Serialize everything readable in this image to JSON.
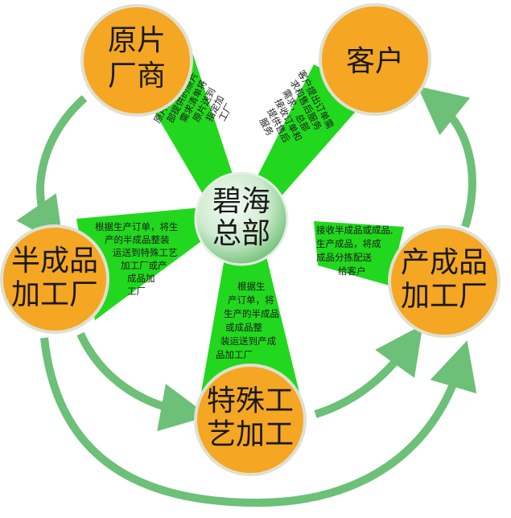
{
  "hub": {
    "lines": [
      "碧海",
      "总部"
    ]
  },
  "nodes": {
    "supplier": {
      "lines": [
        "原片",
        "厂商"
      ]
    },
    "customer": {
      "lines": [
        "客户"
      ]
    },
    "semi": {
      "lines": [
        "半成品",
        "加工厂"
      ]
    },
    "product": {
      "lines": [
        "产成品",
        "加工厂"
      ]
    },
    "special": {
      "lines": [
        "特殊工",
        "艺加工"
      ]
    }
  },
  "descriptions": {
    "supplier": [
      "原片厂商根据总",
      "部提供的原片",
      "需求清单将",
      "原片送到",
      "指定加",
      "工厂"
    ],
    "customer": [
      "客户提出订单需",
      "求和售后服务",
      "需求，总部",
      "接收订单和",
      "提供售后",
      "服务"
    ],
    "semi": [
      "根据生产订单，将生",
      "产的半成品整装",
      "运送到特殊工艺",
      "加工厂或产",
      "成品加",
      "工厂"
    ],
    "product": [
      "接收半成品或成品,",
      "生产成品，将成",
      "成品分拣配送",
      "给客户"
    ],
    "special": [
      "根据生",
      "产订单，将",
      "生产的半成品",
      "或成品整",
      "装运送到产成",
      "品加工厂"
    ]
  },
  "colors": {
    "node_fill": "#F5A623",
    "node_ring": "#E0E0D0",
    "spoke_fill": "#22D81E",
    "hub_light": "#F4FBF4",
    "hub_dark": "#6DBF73",
    "arrow": "#6CC077"
  }
}
